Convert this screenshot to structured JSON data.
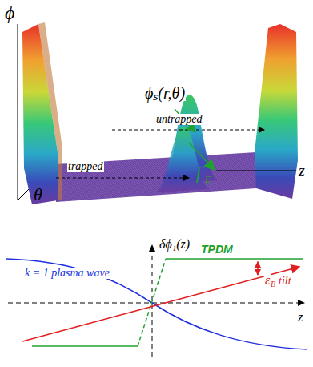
{
  "diagram": {
    "labels": [
      "ϕ",
      "θ",
      "z",
      "ϕₛ(r,θ)",
      "trapped",
      "untrapped",
      "f",
      "E",
      "δϕ₁(z)",
      "z",
      "k = 1 plasma wave",
      "TPDM",
      "ε",
      "B",
      "tilt"
    ]
  }
}
